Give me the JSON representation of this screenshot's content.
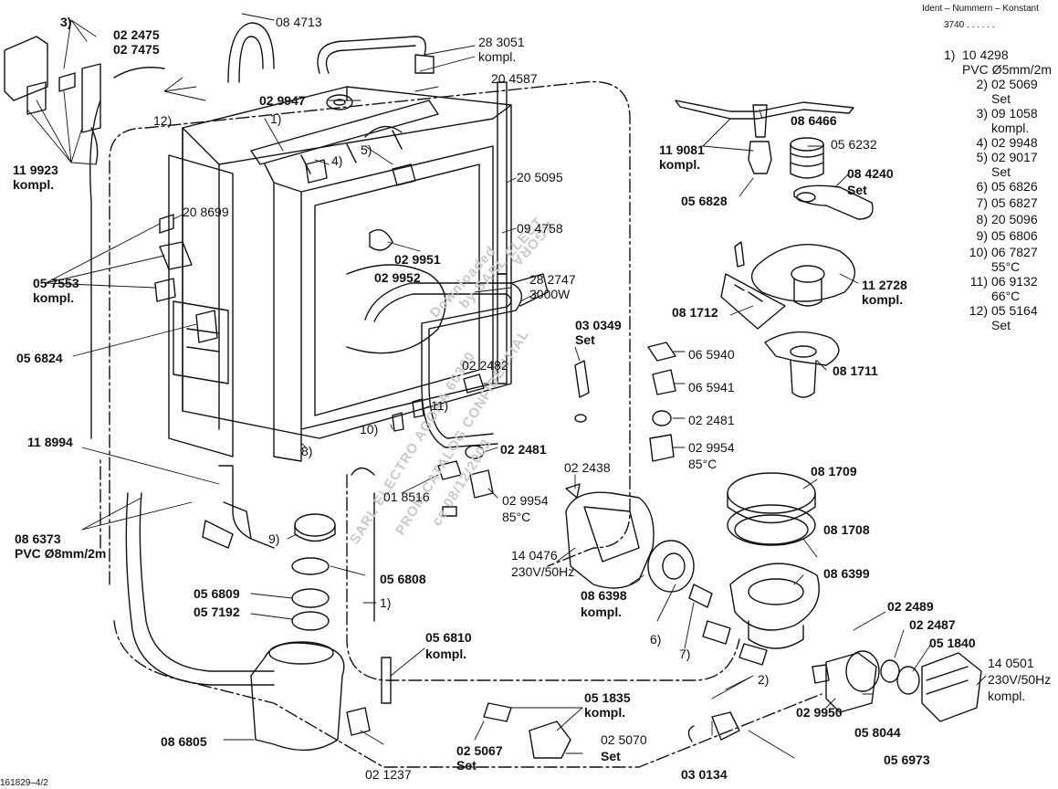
{
  "header": {
    "ident_title": "Ident – Nummern – Konstant",
    "ident_no": "3740 . . . . . ."
  },
  "footer": {
    "drawing_no": "161829–4/2"
  },
  "watermark": {
    "lines": [
      "Downloaded",
      "by SARL ELECT",
      "AGORA",
      "PROM CATALOG CONFIDENTIAL",
      "ce 08/12/2003",
      "SARL ELECTRO AGORA 60390"
    ]
  },
  "legend": [
    {
      "num": "1)",
      "part": "10 4298",
      "note": "PVC Ø5mm/2m"
    },
    {
      "num": "2)",
      "part": "02 5069",
      "note": "Set"
    },
    {
      "num": "3)",
      "part": "09 1058",
      "note": "kompl."
    },
    {
      "num": "4)",
      "part": "02 9948",
      "note": ""
    },
    {
      "num": "5)",
      "part": "02 9017",
      "note": "Set"
    },
    {
      "num": "6)",
      "part": "05 6826",
      "note": ""
    },
    {
      "num": "7)",
      "part": "05 6827",
      "note": ""
    },
    {
      "num": "8)",
      "part": "20 5096",
      "note": ""
    },
    {
      "num": "9)",
      "part": "05 6806",
      "note": ""
    },
    {
      "num": "10)",
      "part": "06 7827",
      "note": "55°C"
    },
    {
      "num": "11)",
      "part": "06 9132",
      "note": "66°C"
    },
    {
      "num": "12)",
      "part": "05 5164",
      "note": "Set"
    }
  ],
  "labels": {
    "l3": "3)",
    "p022475": "02 2475",
    "p027475": "02 7475",
    "p084713": "08 4713",
    "p283051": "28 3051",
    "kompl_283051": "kompl.",
    "p204587": "20 4587",
    "l12": "12)",
    "p029947": "02 9947",
    "l1a": "1)",
    "l5": "5)",
    "l4": "4)",
    "p119923": "11 9923",
    "kompl_119923": "kompl.",
    "p208699": "20 8699",
    "p205095": "20 5095",
    "p094758": "09 4758",
    "p029951": "02 9951",
    "p029952": "02 9952",
    "p057553": "05 7553",
    "kompl_057553": "kompl.",
    "p056824": "05 6824",
    "p282747": "28 2747",
    "w3000": "3000W",
    "p030349": "03 0349",
    "set_030349": "Set",
    "p022482": "02 2482",
    "l11": "11)",
    "l10": "10)",
    "l8": "8)",
    "p022481a": "02 2481",
    "p118994": "11 8994",
    "p018516": "01 8516",
    "p029954a": "02 9954",
    "t85a": "85°C",
    "p022438": "02 2438",
    "p086373": "08 6373",
    "pvc8": "PVC Ø8mm/2m",
    "l9": "9)",
    "p056808": "05 6808",
    "p056809": "05 6809",
    "p057192": "05 7192",
    "l1b": "1)",
    "p056810": "05 6810",
    "kompl_056810": "kompl.",
    "p140476": "14 0476",
    "v230a": "230V/50Hz",
    "p086398": "08 6398",
    "kompl_086398": "kompl.",
    "l6": "6)",
    "l7": "7)",
    "p086805": "08 6805",
    "p021237": "02 1237",
    "p051835": "05 1835",
    "kompl_051835": "kompl.",
    "p025067": "02 5067",
    "set_025067": "Set",
    "p025070": "02 5070",
    "set_025070": "Set",
    "p030134": "03 0134",
    "l2": "2)",
    "p119081": "11 9081",
    "kompl_119081": "kompl.",
    "p086466": "08 6466",
    "p056232": "05 6232",
    "p084240": "08 4240",
    "set_084240": "Set",
    "p056828": "05 6828",
    "p112728": "11 2728",
    "kompl_112728": "kompl.",
    "p081712": "08 1712",
    "p081711": "08 1711",
    "p065940": "06 5940",
    "p065941": "06 5941",
    "p022481b": "02 2481",
    "p029954b": "02 9954",
    "t85b": "85°C",
    "p081709": "08 1709",
    "p081708": "08 1708",
    "p086399": "08 6399",
    "p022489": "02 2489",
    "p022487": "02 2487",
    "p051840": "05 1840",
    "p140501": "14 0501",
    "v230b": "230V/50Hz",
    "kompl_140501": "kompl.",
    "p029950": "02 9950",
    "p058044": "05 8044",
    "p056973": "05 6973"
  }
}
